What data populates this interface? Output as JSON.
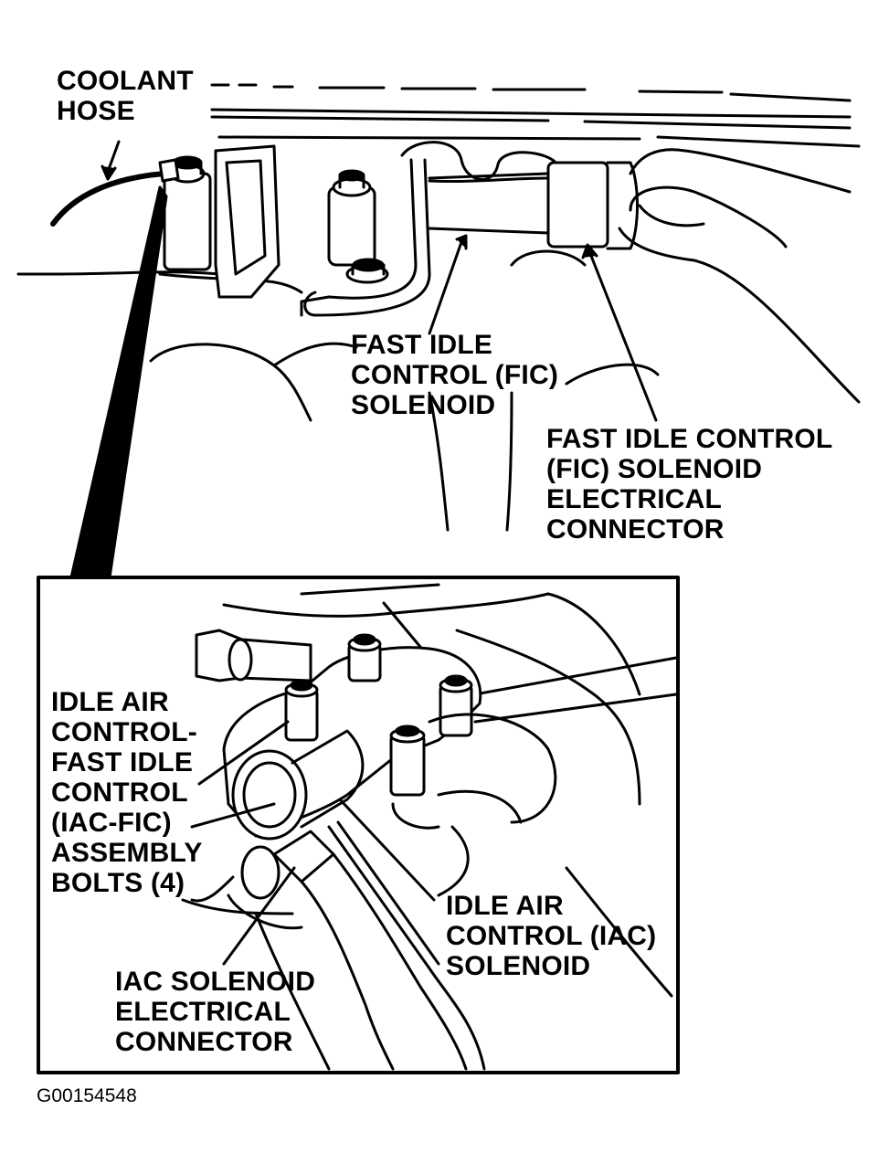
{
  "labels": {
    "coolant_hose": [
      "COOLANT",
      "HOSE"
    ],
    "fic_solenoid": [
      "FAST IDLE",
      "CONTROL (FIC)",
      "SOLENOID"
    ],
    "fic_connector": [
      "FAST IDLE CONTROL",
      "(FIC) SOLENOID",
      "ELECTRICAL",
      "CONNECTOR"
    ],
    "iac_fic_bolts": [
      "IDLE AIR",
      "CONTROL-",
      "FAST IDLE",
      "CONTROL",
      "(IAC-FIC)",
      "ASSEMBLY",
      "BOLTS (4)"
    ],
    "iac_solenoid": [
      "IDLE AIR",
      "CONTROL (IAC)",
      "SOLENOID"
    ],
    "iac_connector": [
      "IAC SOLENOID",
      "ELECTRICAL",
      "CONNECTOR"
    ]
  },
  "figure_id": "G00154548"
}
